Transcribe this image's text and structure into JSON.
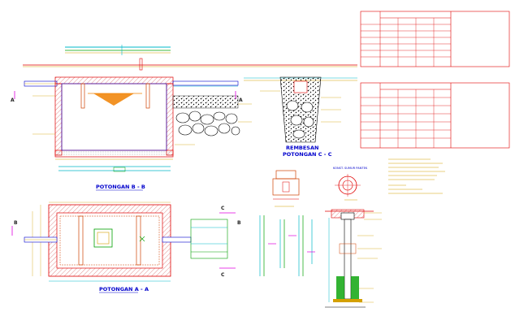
{
  "titles": {
    "section_bb": "POTONGAN B - B",
    "section_cc_line1": "REMBESAN",
    "section_cc_line2": "POTONGAN C - C",
    "section_aa": "POTONGAN A - A",
    "well_detail": "KONST. SUMUR PANTEK"
  },
  "markers": {
    "A": "A",
    "B": "B",
    "C": "C"
  },
  "colors": {
    "red": "#e00000",
    "yellow": "#d4a000",
    "green": "#00a000",
    "cyan": "#00b8c8",
    "blue": "#0000cc",
    "magenta": "#e000e0",
    "orange": "#f08000",
    "table_line": "#e00000",
    "table_text": "#d4a000"
  }
}
